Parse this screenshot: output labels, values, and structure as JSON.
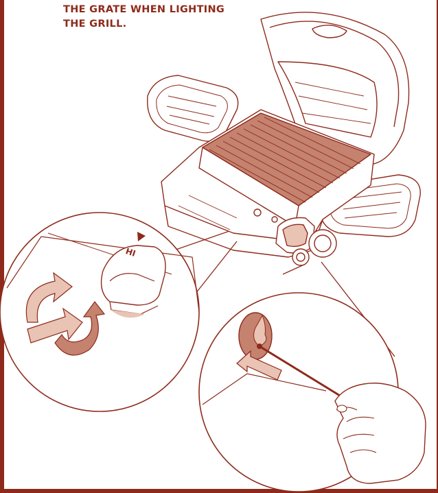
{
  "caption": {
    "line1": "THE GRATE WHEN LIGHTING",
    "line2": "THE GRILL."
  },
  "knob": {
    "label": "HI"
  },
  "colors": {
    "accent": "#8e2a1b",
    "fill": "#c4826f",
    "fill_light": "#e9c3b4",
    "line": "#8e2a1b"
  },
  "icons": [
    "grill-illustration",
    "knob-detail",
    "rotate-arrow-icon",
    "push-arrow-icon",
    "match-detail",
    "flame-icon",
    "hand-illustration"
  ]
}
